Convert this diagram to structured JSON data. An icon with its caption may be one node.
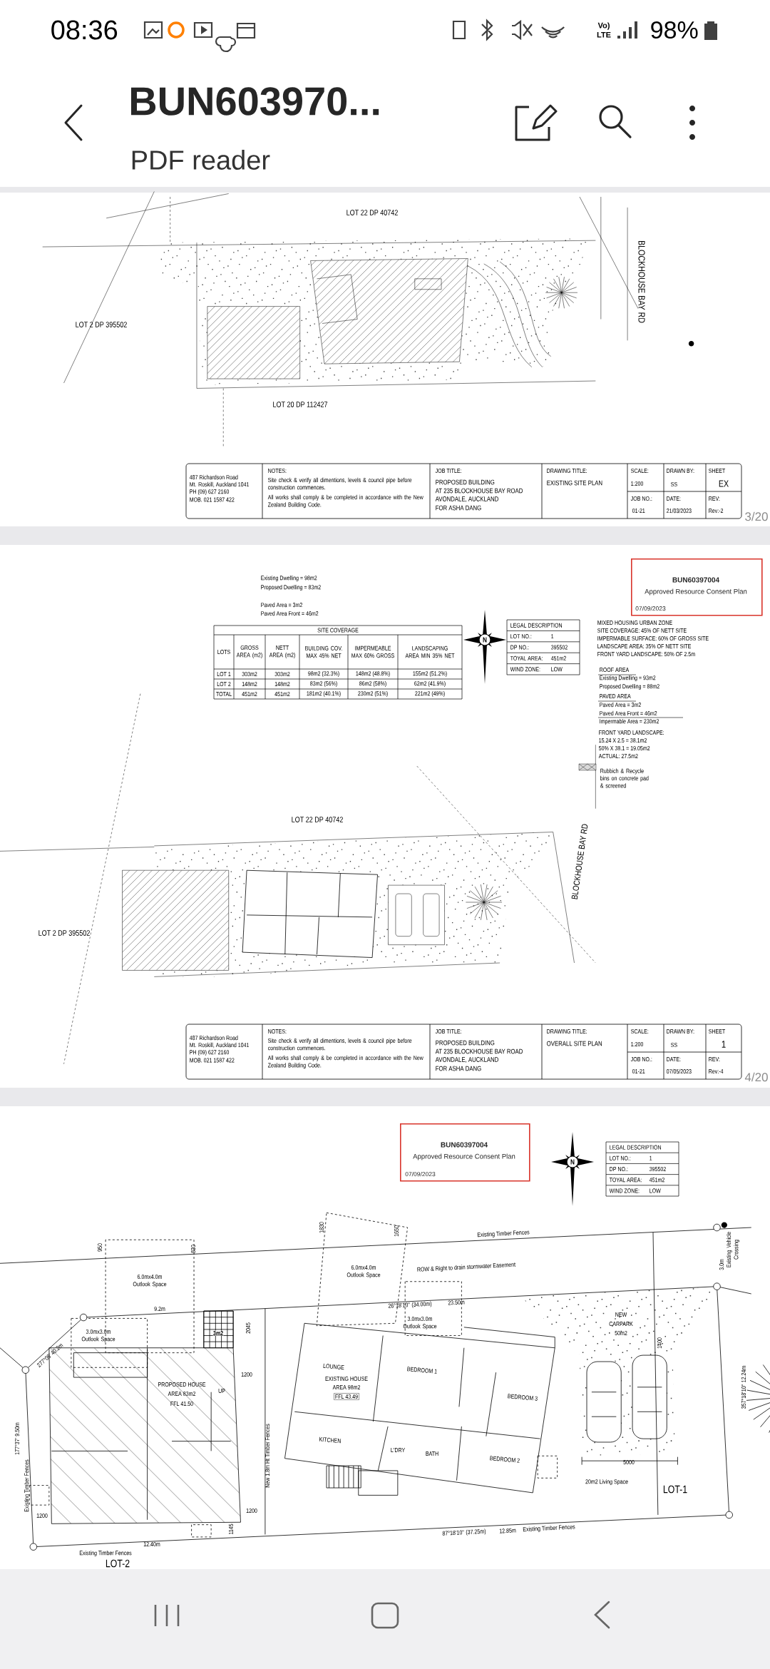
{
  "diagram": {
    "title": "BUN603970...",
    "nodes": [
      {
        "text": [
          "BUN60397004",
          "Approved Resource Consent Plan",
          "07/09/2023"
        ]
      },
      {
        "text": [
          "BUN60397004",
          "Approved Resource Consent Plan",
          "07/09/2023"
        ]
      }
    ],
    "labels": [
      "08:36",
      "Vo) LTE",
      "98%",
      "PDF reader",
      "LOT 22 DP 40742",
      "LOT 2 DP 395502",
      "LOT 20 DP 112427",
      "BLOCKHOUSE BAY RD",
      "487 Richardson Road",
      "Mt. Roskill, Auckland 1041",
      "PH (09) 627 2160",
      "MOB. 021 1587 422",
      "NOTES:",
      "Site check & verify all dimentions, levels & council pipe before construction commences.",
      "All works shall comply & be completed in accordance with the New Zealand Building Code.",
      "JOB TITLE:",
      "PROPOSED BUILDING",
      "AT 235 BLOCKHOUSE BAY ROAD",
      "AVONDALE, AUCKLAND",
      "FOR ASHA DANG",
      "DRAWING TITLE:",
      "EXISTING SITE PLAN",
      "SCALE:",
      "1:200",
      "DRAWN BY:",
      "SS",
      "SHEET",
      "EX",
      "JOB NO.:",
      "01-21",
      "DATE:",
      "21/03/2023",
      "REV:",
      "Rev:-2",
      "3/20",
      "Existing Dwelling = 98m2",
      "Proposed Dwelling = 83m2",
      "Paved Area = 3m2",
      "Paved Area Front = 46m2",
      "SITE COVERAGE",
      "LOTS",
      "GROSS AREA (m2)",
      "NETT AREA (m2)",
      "BUILDING COV. MAX 45% NET",
      "IMPERMEABLE MAX 60% GROSS",
      "LANDSCAPING AREA MIN 35% NET",
      "LOT 1",
      "303m2",
      "303m2",
      "98m2 (32.3%)",
      "148m2 (48.8%)",
      "155m2 (51.2%)",
      "LOT 2",
      "148m2",
      "148m2",
      "83m2 (56%)",
      "86m2 (58%)",
      "62m2 (41.9%)",
      "TOTAL",
      "451m2",
      "451m2",
      "181m2 (40.1%)",
      "230m2 (51%)",
      "221m2 (49%)",
      "LEGAL DESCRIPTION",
      "LOT NO.:",
      "1",
      "DP NO.:",
      "395502",
      "TOYAL AREA:",
      "451m2",
      "WIND ZONE:",
      "LOW",
      "MIXED HOUSING URBAN ZONE",
      "SITE COVERAGE: 45% OF NETT SITE",
      "IMPERMABLE SURFACE: 60% OF GROSS SITE",
      "LANDSCAPE AREA: 35% OF NETT SITE",
      "FRONT YARD LANDSCAPE: 50% OF 2.5m",
      "ROOF AREA",
      "Existing Dwelling = 93m2",
      "Proposed Dwelling = 88m2",
      "PAVED AREA",
      "Paved Area = 3m2",
      "Paved Area Front = 46m2",
      "Impermable Area = 230m2",
      "FRONT YARD LANDSCAPE:",
      "15.24 X 2.5 = 38.1m2",
      "50% X 38.1 = 19.05m2",
      "ACTUAL: 27.5m2",
      "Rubbich & Recycle bins on concrete pad & screened",
      "LOT 22 DP 40742",
      "LOT 2 DP 395502",
      "BLOCKHOUSE BAY RD",
      "487 Richardson Road",
      "Mt. Roskill, Auckland 1041",
      "PH (09) 627 2160",
      "MOB. 021 1587 422",
      "NOTES:",
      "Site check & verify all dimentions, levels & council pipe before construction commences.",
      "All works shall comply & be completed in accordance with the New Zealand Building Code.",
      "JOB TITLE:",
      "PROPOSED BUILDING",
      "AT 235 BLOCKHOUSE BAY ROAD",
      "AVONDALE, AUCKLAND",
      "FOR ASHA DANG",
      "DRAWING TITLE:",
      "OVERALL SITE PLAN",
      "SCALE:",
      "1:200",
      "DRAWN BY:",
      "SS",
      "SHEET",
      "1",
      "JOB NO.:",
      "01-21",
      "DATE:",
      "07/05/2023",
      "REV:",
      "Rev:-4",
      "4/20",
      "LEGAL DESCRIPTION",
      "LOT NO.:",
      "1",
      "DP NO.:",
      "395502",
      "TOYAL AREA:",
      "451m2",
      "WIND ZONE:",
      "LOW",
      "1830",
      "1650",
      "Existing Timber Fences",
      "950",
      "830",
      "Existing Vehicle Crossing",
      "3.0m",
      "6.0mx4.0m Outlook Space",
      "ROW & Right to drain stormwater Easement",
      "6.0mx4.0m Outlook Space",
      "26°18'10\" (34.00m)",
      "23.50m",
      "9.2m",
      "3.0mx3.0m Outlook Space",
      "3m2",
      "2045",
      "3.0mx3.0m Outlook Space",
      "NEW",
      "CARPARK",
      "50m2",
      "277°08' 40.2m",
      "1400",
      "LOUNGE",
      "BEDROOM 1",
      "1200",
      "PROPOSED HOUSE",
      "AREA 83m2",
      "FFL 41.50",
      "EXISTING HOUSE",
      "AREA 98m2",
      "FFL 43.49",
      "UP",
      "357°18'10\" 12.24m",
      "BEDROOM 3",
      "177°37' 9.50m",
      "KITCHEN",
      "L'DRY",
      "BATH",
      "New 1.8m Ht Timber Fences",
      "BEDROOM 2",
      "5000",
      "20m2 Living Space",
      "Existing Timber Fences",
      "LOT-1",
      "1200",
      "1200",
      "1145",
      "87°18'10\" (37.25m)",
      "12.85m",
      "Existing Timber Fences",
      "12.40m",
      "Existing Timber Fences",
      "LOT-2",
      "N",
      "N"
    ]
  }
}
